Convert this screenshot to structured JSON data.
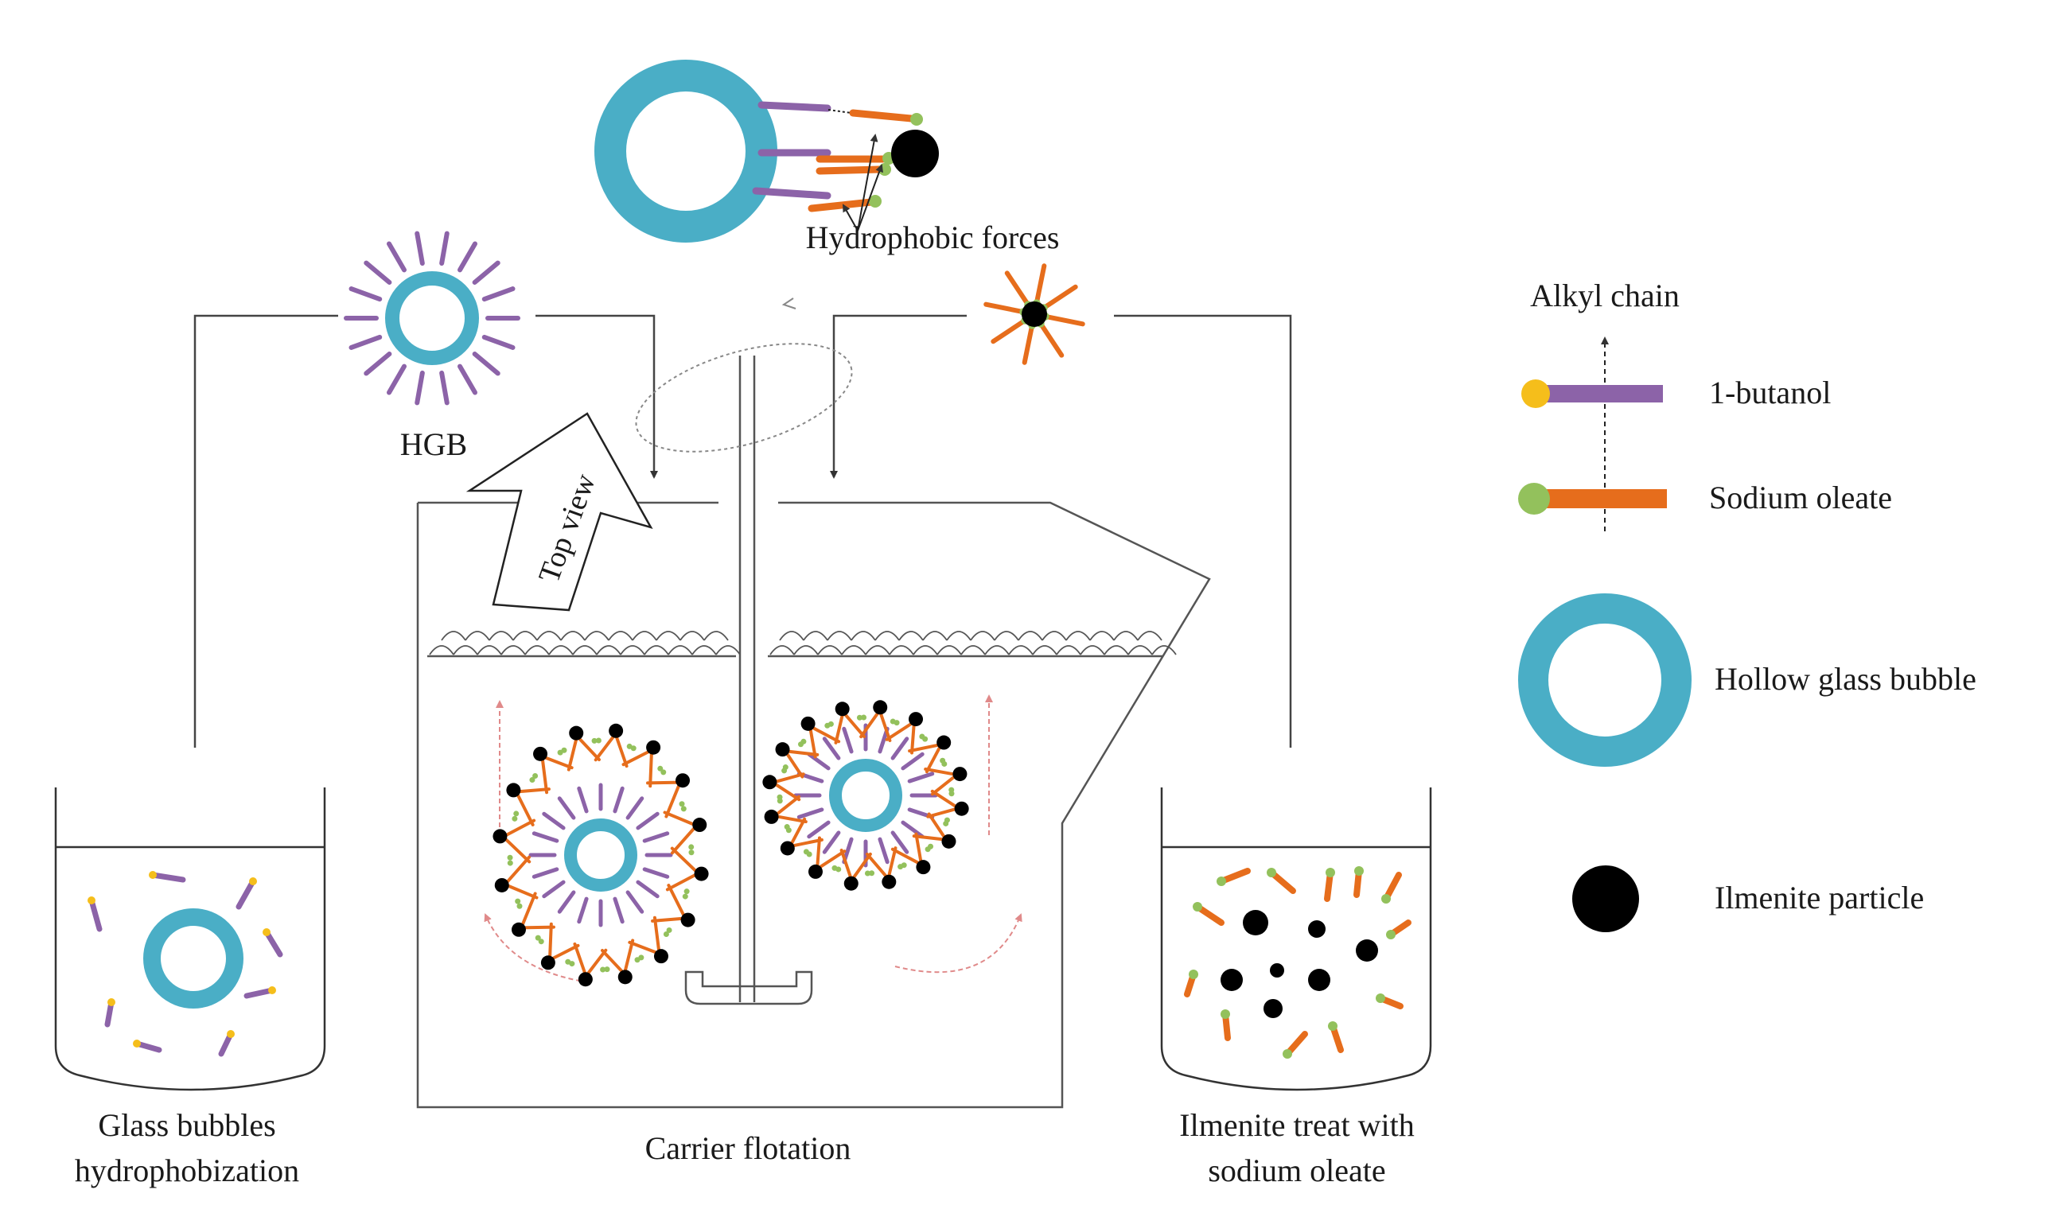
{
  "labels": {
    "hydrophobic_forces": "Hydrophobic forces",
    "hgb": "HGB",
    "top_view": "Top view",
    "glass_bubbles_line1": "Glass bubbles",
    "glass_bubbles_line2": "hydrophobization",
    "carrier_flotation": "Carrier flotation",
    "ilmenite_line1": "Ilmenite treat with",
    "ilmenite_line2": "sodium oleate"
  },
  "legend": {
    "alkyl_chain": "Alkyl chain",
    "butanol": "1-butanol",
    "sodium_oleate": "Sodium oleate",
    "hollow_glass_bubble": "Hollow glass bubble",
    "ilmenite_particle": "Ilmenite particle"
  },
  "colors": {
    "bubble": "#4aaec6",
    "butanol_chain": "#8c63a8",
    "butanol_head": "#f5be1b",
    "oleate_chain": "#e66d1c",
    "oleate_head": "#93c15c",
    "ilmenite": "#000000",
    "line": "#444444",
    "flow_arrow": "#e08a8a"
  }
}
